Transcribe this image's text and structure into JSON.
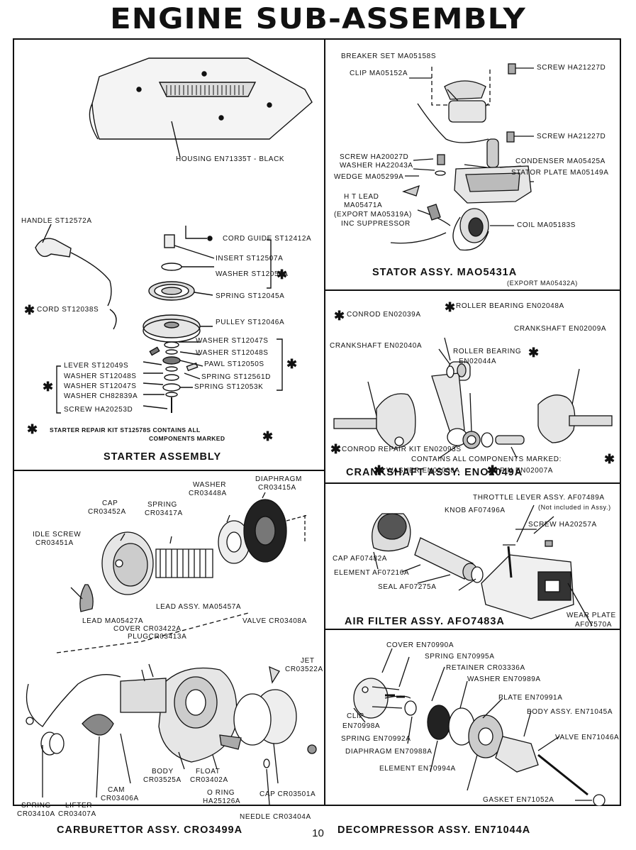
{
  "page_title": "ENGINE SUB-ASSEMBLY",
  "page_number": "10",
  "star_glyph": "✱",
  "starter": {
    "title": "STARTER  ASSEMBLY",
    "housing": "HOUSING  EN71335T  -  BLACK",
    "handle": "HANDLE  ST12572A",
    "cord_guide": "CORD GUIDE  ST12412A",
    "insert": "INSERT  ST12507A",
    "washer_a": "WASHER  ST12059A",
    "spring_a": "SPRING  ST12045A",
    "cord": "CORD  ST12038S",
    "pulley": "PULLEY  ST12046A",
    "washer_b": "WASHER  ST12047S",
    "washer_c": "WASHER  ST12048S",
    "pawl": "PAWL  ST12050S",
    "spring_b": "SPRING  ST12561D",
    "spring_c": "SPRING  ST12053K",
    "lever": "LEVER  ST12049S",
    "washer_d": "WASHER  ST12048S",
    "washer_e": "WASHER  ST12047S",
    "washer_f": "WASHER  CH82839A",
    "screw": "SCREW  HA20253D",
    "note_1": "STARTER REPAIR KIT ST12578S CONTAINS ALL",
    "note_2": "COMPONENTS MARKED"
  },
  "stator": {
    "title": "STATOR  ASSY.  MAO5431A",
    "export": "(EXPORT MA05432A)",
    "breaker_set": "BREAKER SET  MA05158S",
    "clip": "CLIP  MA05152A",
    "screw_a": "SCREW  HA21227D",
    "screw_b": "SCREW  HA21227D",
    "screw_c": "SCREW  HA20027D",
    "washer": "WASHER  HA22043A",
    "wedge": "WEDGE  MA05299A",
    "condenser": "CONDENSER  MA05425A",
    "stator_plate": "STATOR PLATE  MA05149A",
    "ht_lead_1": "H T  LEAD",
    "ht_lead_2": "MA05471A",
    "ht_lead_3": "(EXPORT MA05319A)",
    "ht_lead_4": "INC SUPPRESSOR",
    "coil": "COIL  MA05183S"
  },
  "crankshaft": {
    "title": "CRANKSHAFT  ASSY.  ENO2049A",
    "roller_bearing_a": "ROLLER BEARING  EN02048A",
    "conrod": "CONROD  EN02039A",
    "crankshaft_a": "CRANKSHAFT  EN02009A",
    "crankshaft_b": "CRANKSHAFT  EN02040A",
    "roller_bearing_b": "ROLLER BEARING",
    "roller_bearing_b_code": "EN02044A",
    "washer": "WASHER  EN02008A",
    "pin": "PIN  EN02007A",
    "note_1": "CONROD REPAIR KIT  EN02093S",
    "note_2": "CONTAINS  ALL  COMPONENTS  MARKED:"
  },
  "carburettor": {
    "title": "CARBURETTOR  ASSY.  CRO3499A",
    "cap_a": "CAP",
    "cap_a_code": "CR03452A",
    "spring_a": "SPRING",
    "spring_a_code": "CR03417A",
    "washer": "WASHER",
    "washer_code": "CR03448A",
    "diaphragm": "DIAPHRAGM",
    "diaphragm_code": "CR03415A",
    "idle_screw": "IDLE SCREW",
    "idle_screw_code": "CR03451A",
    "lead_assy": "LEAD ASSY.  MA05457A",
    "lead": "LEAD MA05427A",
    "cover": "COVER CR03422A",
    "plug": "PLUGCR03413A",
    "valve": "VALVE  CR03408A",
    "jet": "JET",
    "jet_code": "CR03522A",
    "body": "BODY",
    "body_code": "CR03525A",
    "float": "FLOAT",
    "float_code": "CR03402A",
    "o_ring": "O  RING",
    "o_ring_code": "HA25126A",
    "cap_b": "CAP  CR03501A",
    "cam": "CAM",
    "cam_code": "CR03406A",
    "spring_b": "SPRING",
    "spring_b_code": "CR03410A",
    "lifter": "LIFTER",
    "lifter_code": "CR03407A",
    "needle": "NEEDLE  CR03404A"
  },
  "air_filter": {
    "title": "AIR FILTER  ASSY.  AFO7483A",
    "throttle": "THROTTLE LEVER ASSY.  AF07489A",
    "not_included": "(Not included in Assy.)",
    "knob": "KNOB  AF07496A",
    "screw": "SCREW  HA20257A",
    "cap": "CAP  AF07482A",
    "element": "ELEMENT  AF07216A",
    "seal": "SEAL  AF07275A",
    "wear_plate": "WEAR PLATE",
    "wear_plate_code": "AF07570A"
  },
  "decompressor": {
    "title": "DECOMPRESSOR  ASSY.  EN71044A",
    "cover": "COVER  EN70990A",
    "spring_a": "SPRING  EN70995A",
    "retainer": "RETAINER  CR03336A",
    "washer": "WASHER  EN70989A",
    "plate": "PLATE  EN70991A",
    "body": "BODY ASSY.  EN71045A",
    "clip": "CLIP",
    "clip_code": "EN70998A",
    "valve": "VALVE  EN71046A",
    "spring_b": "SPRING  EN70992A",
    "diaphragm": "DIAPHRAGM  EN70988A",
    "element": "ELEMENT  EN70994A",
    "gasket": "GASKET  EN71052A"
  }
}
